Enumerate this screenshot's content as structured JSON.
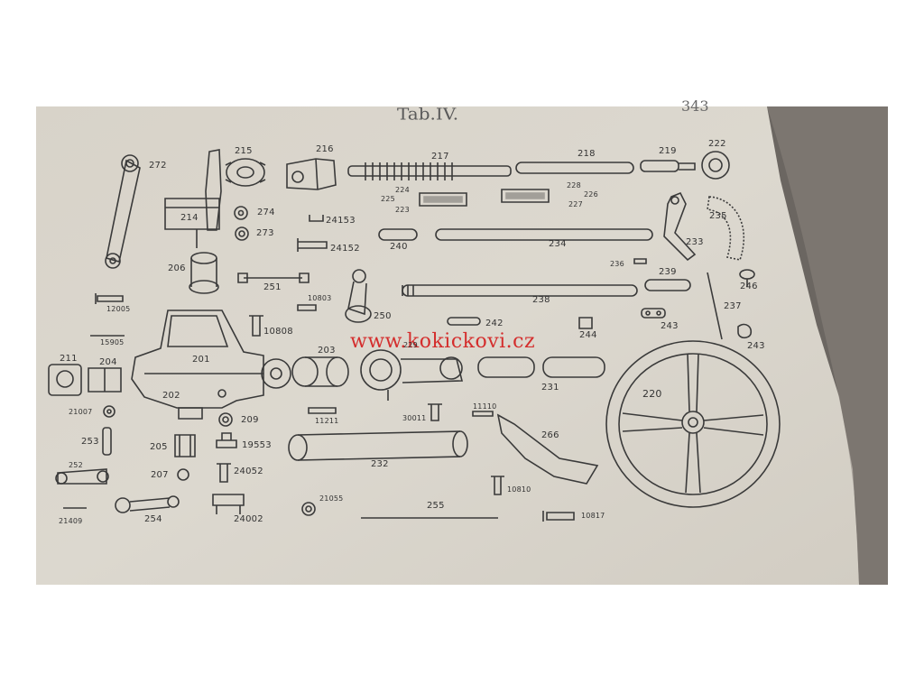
{
  "plate": {
    "title": "Tab.IV.",
    "page_number": "343",
    "watermark": "www.kokickovi.cz"
  },
  "labels": {
    "p272": "272",
    "p214": "214",
    "p215": "215",
    "p216": "216",
    "p217": "217",
    "p218": "218",
    "p219": "219",
    "p222": "222",
    "p224": "224",
    "p225": "225",
    "p223": "223",
    "p228": "228",
    "p226": "226",
    "p227": "227",
    "p274": "274",
    "p273": "273",
    "p24153": "24153",
    "p24152": "24152",
    "p235": "235",
    "p233": "233",
    "p206": "206",
    "p240": "240",
    "p234": "234",
    "p236": "236",
    "p239": "239",
    "p246": "246",
    "p251": "251",
    "p10803": "10803",
    "p250": "250",
    "p238": "238",
    "p12005": "12005",
    "p237": "237",
    "p10808": "10808",
    "p242": "242",
    "p244": "244",
    "p243a": "243",
    "p243b": "243",
    "p15905": "15905",
    "p211": "211",
    "p204": "204",
    "p201": "201",
    "p203": "203",
    "p229": "229",
    "p231": "231",
    "p220": "220",
    "p202": "202",
    "p21007": "21007",
    "p209": "209",
    "p11211": "11211",
    "p30011": "30011",
    "p11110": "11110",
    "p266": "266",
    "p253": "253",
    "p205": "205",
    "p19553": "19553",
    "p232": "232",
    "p252": "252",
    "p207": "207",
    "p24052": "24052",
    "p10810": "10810",
    "p21055": "21055",
    "p255": "255",
    "p21409": "21409",
    "p254": "254",
    "p24002": "24002",
    "p10817": "10817"
  }
}
